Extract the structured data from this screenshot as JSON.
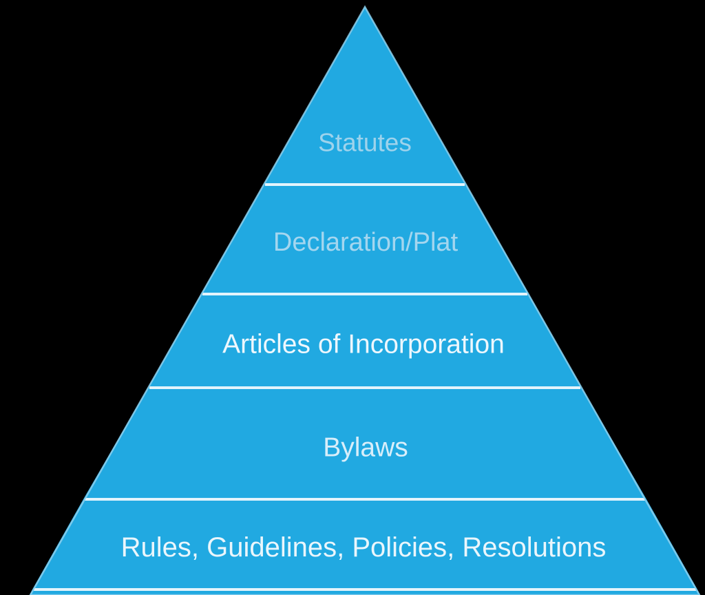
{
  "colors": {
    "background": "#000000",
    "pyramid_fill": "#21a9e1",
    "edge_highlight": "#8ccfec",
    "divider": "#eef8fd"
  },
  "pyramid": {
    "levels": [
      {
        "label": "Statutes",
        "text_color": "#9ed3ec"
      },
      {
        "label": "Declaration/Plat",
        "text_color": "#a4d6ef"
      },
      {
        "label": "Articles of Incorporation",
        "text_color": "#edf7fd"
      },
      {
        "label": "Bylaws",
        "text_color": "#d8eefa"
      },
      {
        "label": "Rules, Guidelines, Policies, Resolutions",
        "text_color": "#eaf6fc"
      }
    ]
  }
}
